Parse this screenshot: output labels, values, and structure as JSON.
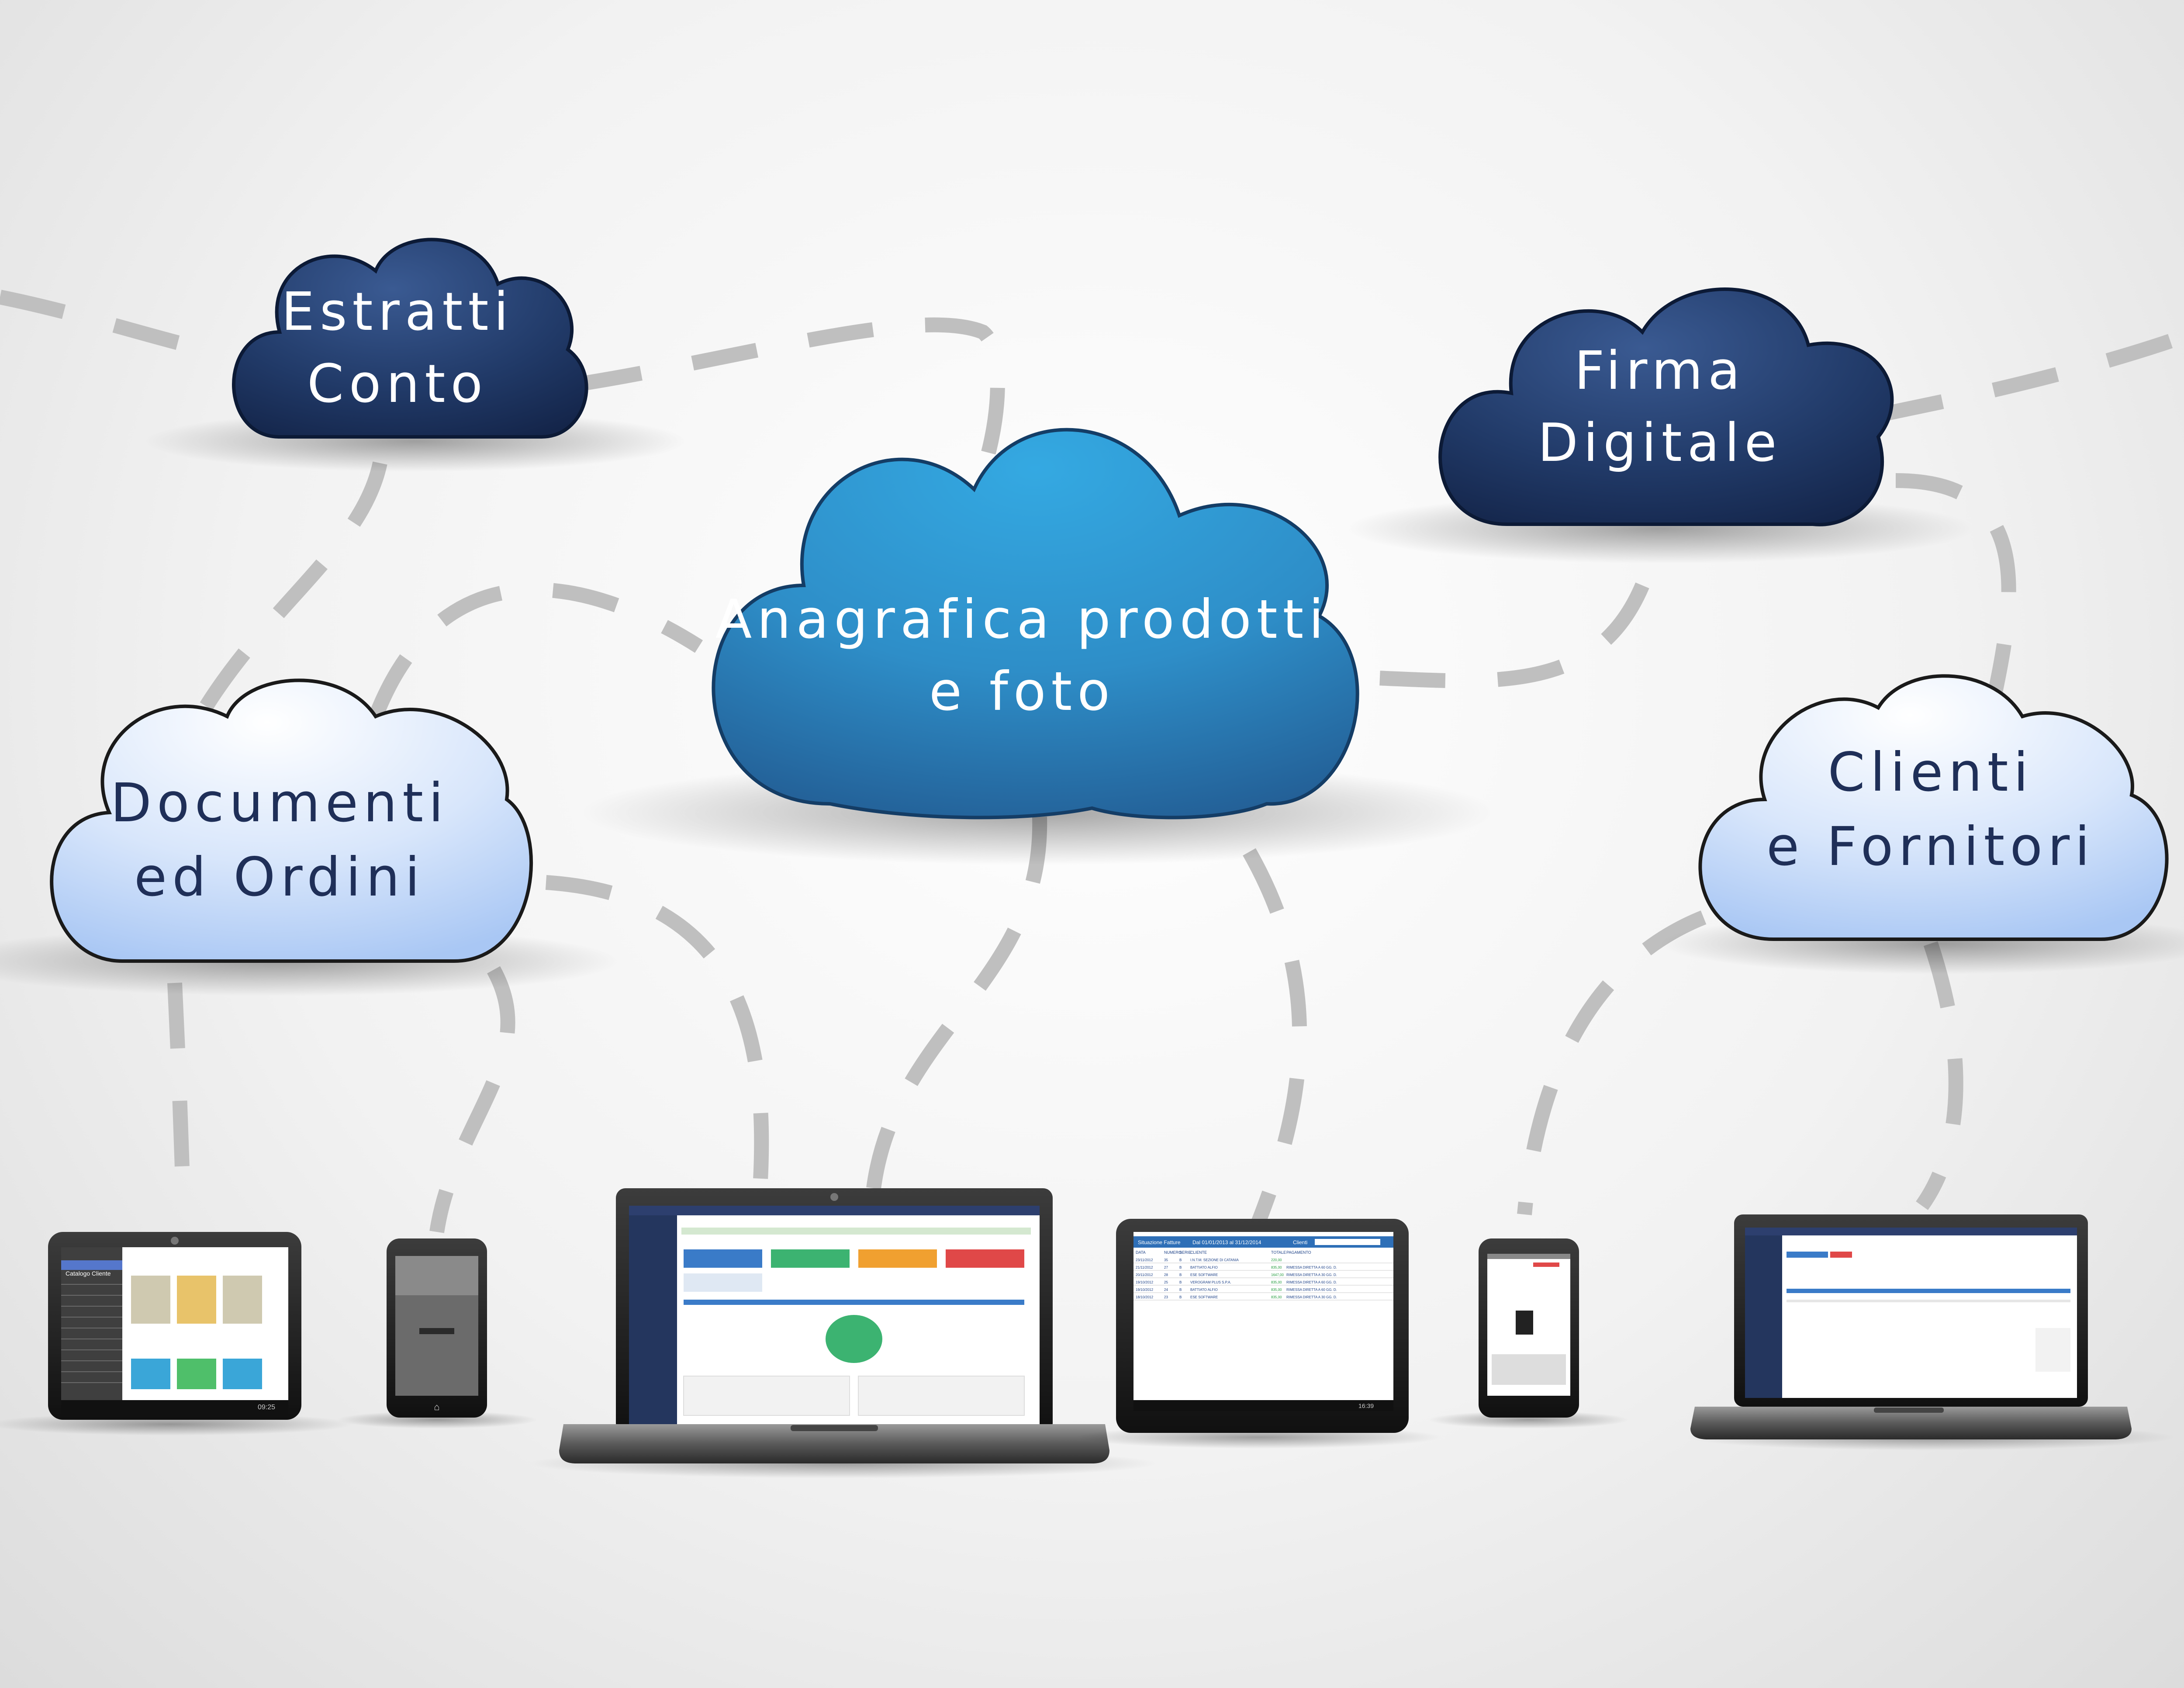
{
  "clouds": {
    "estratti": {
      "line1": "Estratti",
      "line2": "Conto"
    },
    "firma": {
      "line1": "Firma",
      "line2": "Digitale"
    },
    "anagrafica": {
      "line1": "Anagrafica prodotti",
      "line2": "e foto"
    },
    "documenti": {
      "line1": "Documenti",
      "line2": "ed Ordini"
    },
    "clienti": {
      "line1": "Clienti",
      "line2": "e Fornitori"
    }
  },
  "devices": {
    "tablet_left": {
      "header": "Catalogo Cliente",
      "clock": "09:25"
    },
    "tablet_right": {
      "header_left": "Situazione Fatture",
      "header_mid": "Dal 01/01/2013 al 31/12/2014",
      "header_right": "Clienti",
      "clock": "16:39",
      "columns": [
        "DATA",
        "NUMERO",
        "SERIE",
        "CLIENTE",
        "TOTALE",
        "PAGAMENTO"
      ],
      "rows": [
        [
          "23/11/2012",
          "35",
          "B",
          "I.N.T.M. SEZIONE DI CATANIA",
          "220,00",
          ""
        ],
        [
          "21/11/2012",
          "27",
          "B",
          "BATTIATO ALFIO",
          "835,00",
          "RIMESSA DIRETTA A 60 GG. D."
        ],
        [
          "20/11/2012",
          "28",
          "B",
          "ESE SOFTWARE",
          "1647,00",
          "RIMESSA DIRETTA A 30 GG. D."
        ],
        [
          "19/10/2012",
          "25",
          "B",
          "VEROGRAM PLUS S.P.A.",
          "835,00",
          "RIMESSA DIRETTA A 60 GG. D."
        ],
        [
          "19/10/2012",
          "24",
          "B",
          "BATTIATO ALFIO",
          "835,00",
          "RIMESSA DIRETTA A 60 GG. D."
        ],
        [
          "18/10/2012",
          "23",
          "B",
          "ESE SOFTWARE",
          "835,00",
          "RIMESSA DIRETTA A 30 GG. D."
        ]
      ]
    }
  },
  "colors": {
    "dark_cloud": "#213a68",
    "blue_cloud": "#2f95cf",
    "light_cloud": "#b9d3f7",
    "dash": "#bfbfbf",
    "accent_green": "#3cb371",
    "accent_blue": "#3a7bc8",
    "accent_orange": "#f0a030",
    "accent_red": "#e04848"
  }
}
